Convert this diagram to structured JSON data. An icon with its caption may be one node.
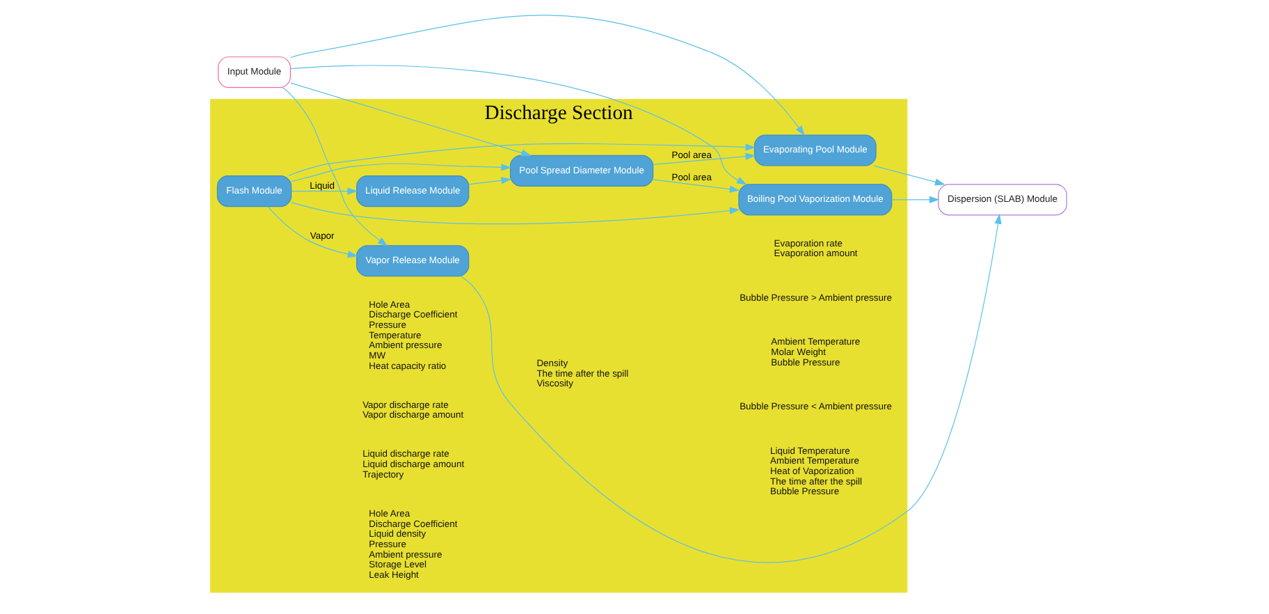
{
  "diagram": {
    "nodes": [
      {
        "text": [
          "Input Module"
        ]
      },
      {
        "text": [
          "Dispersion (SLAB) Module"
        ]
      },
      {
        "text": [
          "Discharge Section"
        ]
      },
      {
        "text": [
          "Flash Module"
        ],
        "in": 2
      },
      {
        "text": [
          "Vapor Release Module"
        ],
        "in": 2
      },
      {
        "text": [
          "Liquid Release Module"
        ],
        "in": 2
      },
      {
        "text": [
          "Pool Spread Diameter Module"
        ],
        "in": 2
      },
      {
        "text": [
          "Evaporating Pool Module"
        ],
        "in": 2
      },
      {
        "text": [
          "Boiling Pool Vaporization Module"
        ],
        "in": 2
      }
    ],
    "edges": [
      {
        "from": 0,
        "to": 4,
        "arrow": "to"
      },
      {
        "from": 3,
        "to": 4,
        "arrow": "to",
        "label": "Vapor"
      },
      {
        "from": 3,
        "to": 5,
        "arrow": "to",
        "label": "Liquid"
      },
      {
        "from": 4,
        "to": 1,
        "arrow": "to"
      },
      {
        "from": 5,
        "to": 6,
        "arrow": "to"
      },
      {
        "from": 6,
        "to": 7,
        "arrow": "to",
        "label": "Pool area"
      },
      {
        "from": 6,
        "to": 8,
        "arrow": "to",
        "label": "Pool area"
      },
      {
        "from": 7,
        "to": 1,
        "arrow": "to"
      },
      {
        "from": 8,
        "to": 1,
        "arrow": "to"
      },
      {
        "from": 0,
        "to": 6,
        "arrow": "to"
      },
      {
        "from": 0,
        "to": 7,
        "arrow": "to"
      },
      {
        "from": 0,
        "to": 8,
        "arrow": "to"
      },
      {
        "from": 3,
        "to": 6,
        "arrow": "to"
      },
      {
        "from": 3,
        "to": 7,
        "arrow": "to"
      },
      {
        "from": 3,
        "to": 8,
        "arrow": "to"
      }
    ],
    "labels": [
      "Hole Area",
      "Discharge Coefficient",
      "Pressure",
      "Temperature",
      "Ambient pressure",
      "MW",
      "Heat capacity ratio",
      "Evaporation rate",
      "Evaporation amount",
      "Bubble Pressure > Ambient pressure",
      "Ambient Temperature",
      "Molar Weight",
      "Bubble Pressure",
      "Vapor discharge rate",
      "Vapor discharge amount",
      "Bubble Pressure < Ambient pressure",
      "Liquid discharge rate",
      "Liquid discharge amount",
      "Trajectory",
      "Hole Area",
      "Discharge Coefficient",
      "Liquid density",
      "Pressure",
      "Ambient pressure",
      "Storage Level",
      "Leak Height",
      "Density",
      "The time after the spill",
      "Viscosity",
      "Liquid Temperature",
      "Ambient Temperature",
      "Heat of Vaporization",
      "The time after the spill",
      "Bubble Pressure"
    ]
  }
}
